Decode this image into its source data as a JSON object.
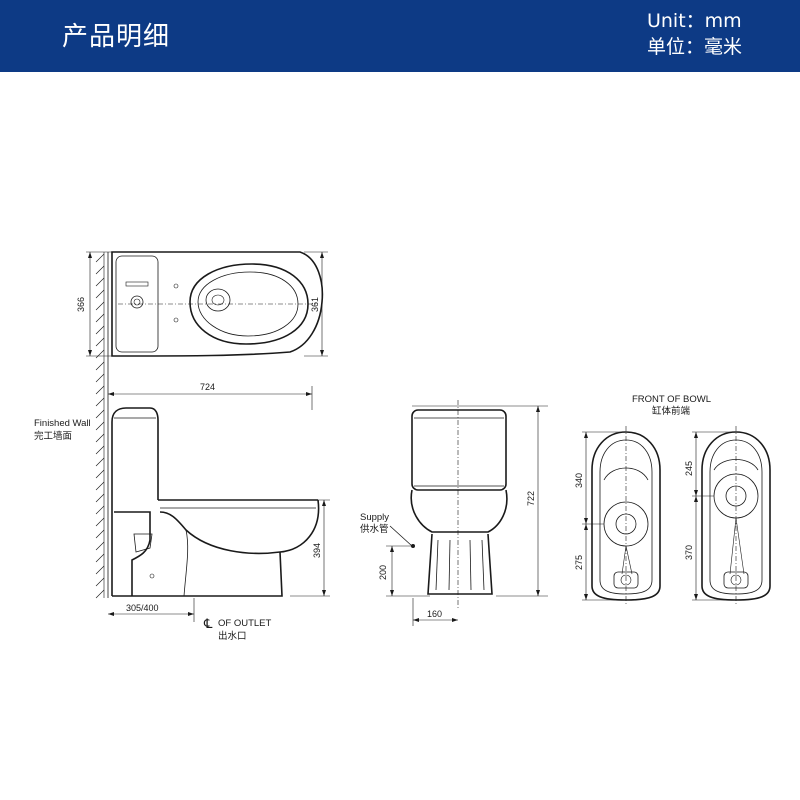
{
  "header": {
    "title": "产品明细",
    "unit_en": "Unit：mm",
    "unit_cn": "单位：毫米",
    "background_color": "#0d3a85",
    "text_color": "#ffffff"
  },
  "top_view": {
    "depth_label": "366",
    "depth_right_label": "361"
  },
  "side_view": {
    "length_label": "724",
    "height_label": "394",
    "rough_in_label": "305/400",
    "wall_label_en": "Finished Wall",
    "wall_label_cn": "完工墙面",
    "outlet_label_en": "OF OUTLET",
    "outlet_label_cn": "出水口",
    "outlet_symbol": "℄"
  },
  "front_view": {
    "height_label": "722",
    "supply_height_label": "200",
    "supply_offset_label": "160",
    "supply_label_en": "Supply",
    "supply_label_cn": "供水管"
  },
  "bottom_views": {
    "title_en": "FRONT OF BOWL",
    "title_cn": "缸体前端",
    "left_upper_label": "340",
    "left_lower_label": "275",
    "right_upper_label": "245",
    "right_lower_label": "370"
  }
}
